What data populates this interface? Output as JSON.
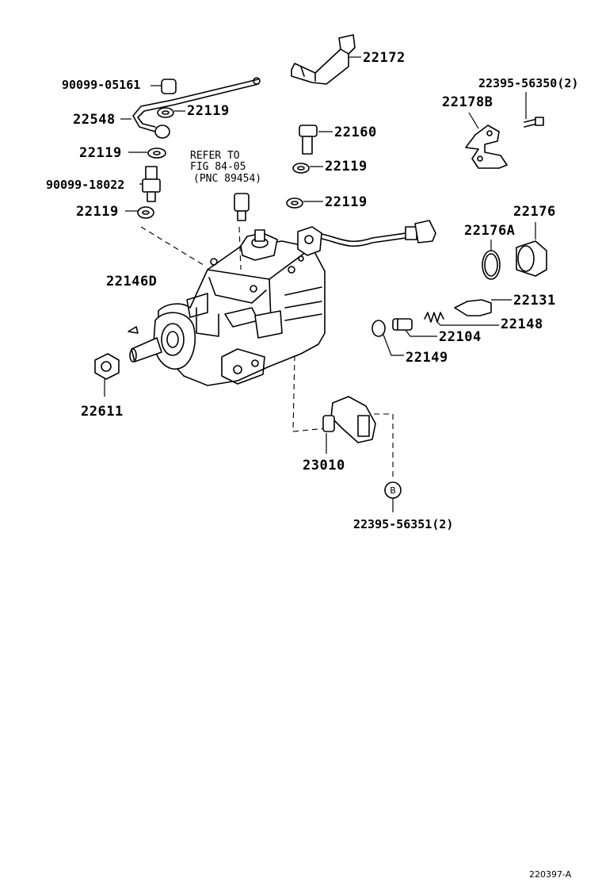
{
  "labels": {
    "p_22172": "22172",
    "p_22395_56350": "22395-56350(2)",
    "p_90099_05161": "90099-05161",
    "p_22119_a": "22119",
    "p_22548": "22548",
    "p_22178b": "22178B",
    "p_22160": "22160",
    "p_22119_b": "22119",
    "p_22119_c": "22119",
    "p_22119_d": "22119",
    "p_90099_18022": "90099-18022",
    "p_22119_e": "22119",
    "p_22176": "22176",
    "p_22176a": "22176A",
    "p_22146d": "22146D",
    "p_22131": "22131",
    "p_22148": "22148",
    "p_22104": "22104",
    "p_22149": "22149",
    "p_22611": "22611",
    "p_23010": "23010",
    "p_b_marker": "B",
    "p_22395_56351": "22395-56351(2)"
  },
  "refer": {
    "line1": "REFER TO",
    "line2": "FIG 84-05",
    "line3": "(PNC 89454)"
  },
  "figure_code": "220397-A"
}
